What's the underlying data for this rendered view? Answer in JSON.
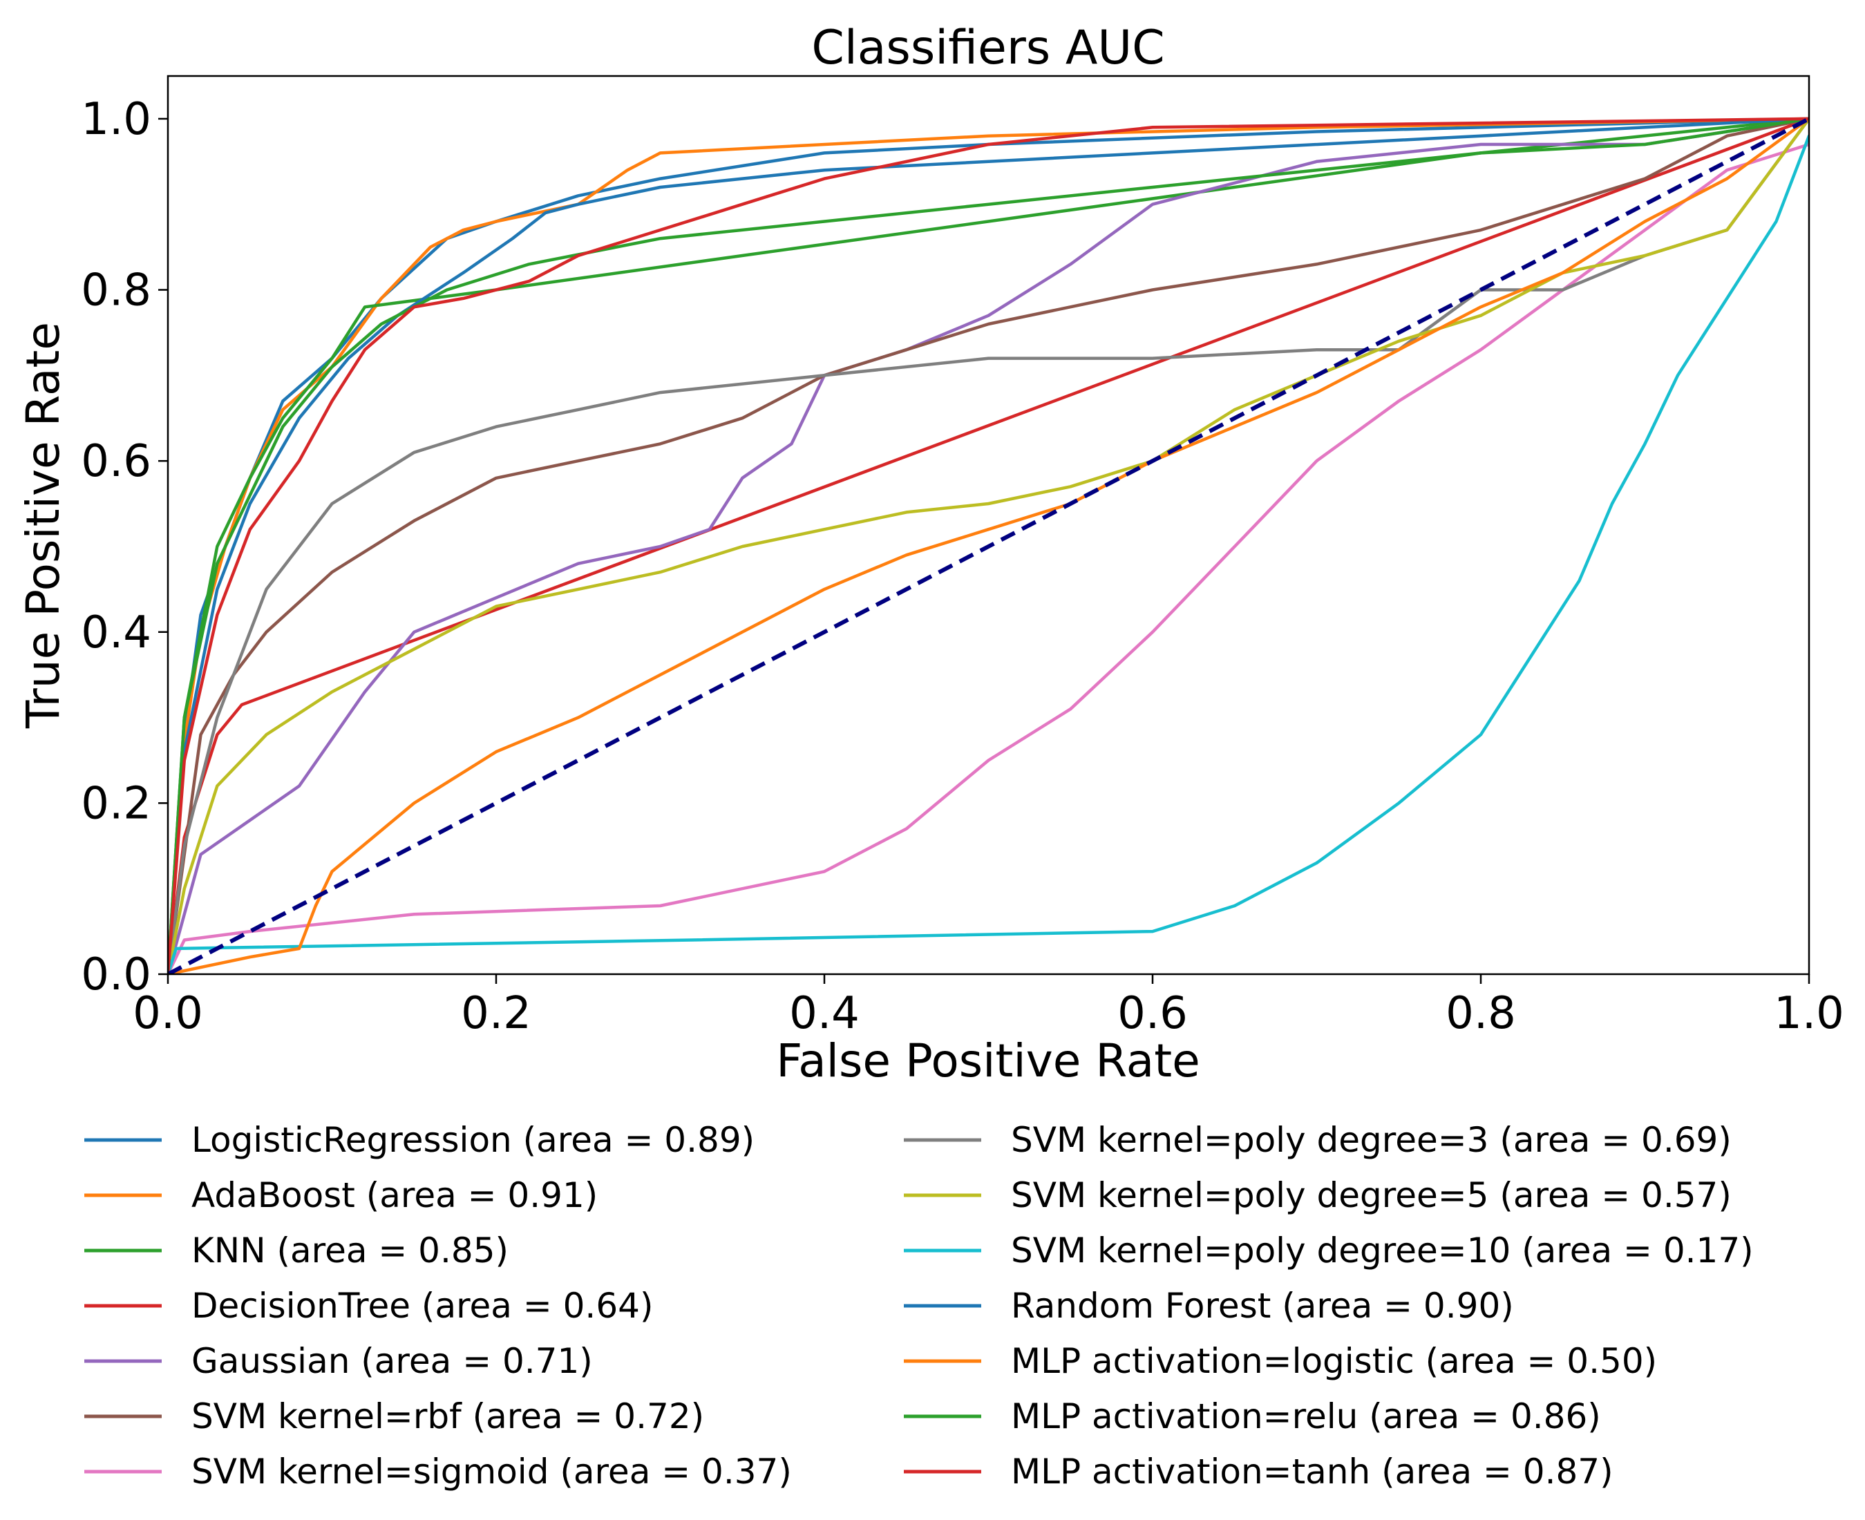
{
  "chart_data": {
    "type": "line",
    "title": "Classifiers AUC",
    "xlabel": "False Positive Rate",
    "ylabel": "True Positive Rate",
    "xlim": [
      0.0,
      1.0
    ],
    "ylim": [
      0.0,
      1.05
    ],
    "xticks": [
      "0.0",
      "0.2",
      "0.4",
      "0.6",
      "0.8",
      "1.0"
    ],
    "yticks": [
      "0.0",
      "0.2",
      "0.4",
      "0.6",
      "0.8",
      "1.0"
    ],
    "grid": false,
    "legend_placement": "below",
    "series": [
      {
        "name": "LogisticRegression (area = 0.89)",
        "color": "#1f77b4",
        "x": [
          0,
          0.01,
          0.02,
          0.035,
          0.05,
          0.07,
          0.1,
          0.13,
          0.17,
          0.2,
          0.25,
          0.3,
          0.4,
          0.5,
          0.7,
          1.0
        ],
        "y": [
          0,
          0.28,
          0.42,
          0.5,
          0.58,
          0.67,
          0.72,
          0.79,
          0.86,
          0.88,
          0.91,
          0.93,
          0.96,
          0.97,
          0.985,
          1.0
        ]
      },
      {
        "name": "AdaBoost (area = 0.91)",
        "color": "#ff7f0e",
        "x": [
          0,
          0.01,
          0.02,
          0.035,
          0.05,
          0.07,
          0.1,
          0.13,
          0.16,
          0.18,
          0.2,
          0.25,
          0.28,
          0.3,
          0.5,
          0.7,
          1.0
        ],
        "y": [
          0,
          0.27,
          0.4,
          0.5,
          0.58,
          0.66,
          0.71,
          0.79,
          0.85,
          0.87,
          0.88,
          0.9,
          0.94,
          0.96,
          0.98,
          0.99,
          1.0
        ]
      },
      {
        "name": "KNN (area = 0.85)",
        "color": "#2ca02c",
        "x": [
          0,
          0.01,
          0.03,
          0.05,
          0.07,
          0.1,
          0.12,
          0.2,
          0.8,
          1.0
        ],
        "y": [
          0,
          0.3,
          0.5,
          0.58,
          0.65,
          0.72,
          0.78,
          0.8,
          0.96,
          1.0
        ]
      },
      {
        "name": "DecisionTree (area = 0.64)",
        "color": "#d62728",
        "x": [
          0,
          0.01,
          0.03,
          0.045,
          1.0
        ],
        "y": [
          0,
          0.16,
          0.28,
          0.315,
          1.0
        ]
      },
      {
        "name": "Gaussian (area = 0.71)",
        "color": "#9467bd",
        "x": [
          0,
          0.02,
          0.05,
          0.08,
          0.12,
          0.15,
          0.2,
          0.25,
          0.3,
          0.33,
          0.35,
          0.38,
          0.4,
          0.45,
          0.5,
          0.55,
          0.6,
          0.7,
          0.8,
          0.9,
          1.0
        ],
        "y": [
          0,
          0.14,
          0.18,
          0.22,
          0.33,
          0.4,
          0.44,
          0.48,
          0.5,
          0.52,
          0.58,
          0.62,
          0.7,
          0.73,
          0.77,
          0.83,
          0.9,
          0.95,
          0.97,
          0.97,
          1.0
        ]
      },
      {
        "name": "SVM kernel=rbf  (area = 0.72)",
        "color": "#8c564b",
        "x": [
          0,
          0.02,
          0.04,
          0.06,
          0.1,
          0.15,
          0.2,
          0.25,
          0.3,
          0.35,
          0.4,
          0.45,
          0.5,
          0.6,
          0.7,
          0.8,
          0.9,
          0.95,
          1.0
        ],
        "y": [
          0,
          0.28,
          0.35,
          0.4,
          0.47,
          0.53,
          0.58,
          0.6,
          0.62,
          0.65,
          0.7,
          0.73,
          0.76,
          0.8,
          0.83,
          0.87,
          0.93,
          0.98,
          1.0
        ]
      },
      {
        "name": "SVM kernel=sigmoid  (area = 0.37)",
        "color": "#e377c2",
        "x": [
          0,
          0.01,
          0.05,
          0.15,
          0.3,
          0.4,
          0.45,
          0.5,
          0.55,
          0.6,
          0.65,
          0.7,
          0.75,
          0.8,
          0.85,
          0.9,
          0.95,
          1.0
        ],
        "y": [
          0,
          0.04,
          0.05,
          0.07,
          0.08,
          0.12,
          0.17,
          0.25,
          0.31,
          0.4,
          0.5,
          0.6,
          0.67,
          0.73,
          0.8,
          0.87,
          0.94,
          0.97
        ]
      },
      {
        "name": "SVM kernel=poly degree=3 (area = 0.69)",
        "color": "#7f7f7f",
        "x": [
          0,
          0.01,
          0.03,
          0.06,
          0.1,
          0.15,
          0.2,
          0.25,
          0.3,
          0.4,
          0.5,
          0.6,
          0.7,
          0.75,
          0.8,
          0.85,
          0.9,
          0.95,
          1.0
        ],
        "y": [
          0,
          0.15,
          0.3,
          0.45,
          0.55,
          0.61,
          0.64,
          0.66,
          0.68,
          0.7,
          0.72,
          0.72,
          0.73,
          0.73,
          0.8,
          0.8,
          0.84,
          0.87,
          1.0
        ]
      },
      {
        "name": "SVM kernel=poly degree=5 (area = 0.57)",
        "color": "#bcbd22",
        "x": [
          0,
          0.01,
          0.03,
          0.06,
          0.1,
          0.15,
          0.2,
          0.25,
          0.3,
          0.35,
          0.4,
          0.45,
          0.5,
          0.55,
          0.6,
          0.65,
          0.7,
          0.75,
          0.8,
          0.85,
          0.9,
          0.95,
          1.0
        ],
        "y": [
          0,
          0.1,
          0.22,
          0.28,
          0.33,
          0.38,
          0.43,
          0.45,
          0.47,
          0.5,
          0.52,
          0.54,
          0.55,
          0.57,
          0.6,
          0.66,
          0.7,
          0.74,
          0.77,
          0.82,
          0.84,
          0.87,
          1.0
        ]
      },
      {
        "name": "SVM kernel=poly degree=10 (area = 0.17)",
        "color": "#17becf",
        "x": [
          0,
          0.005,
          0.32,
          0.6,
          0.65,
          0.7,
          0.75,
          0.8,
          0.83,
          0.86,
          0.88,
          0.9,
          0.92,
          0.94,
          0.96,
          0.98,
          1.0
        ],
        "y": [
          0,
          0.03,
          0.04,
          0.05,
          0.08,
          0.13,
          0.2,
          0.28,
          0.37,
          0.46,
          0.55,
          0.62,
          0.7,
          0.76,
          0.82,
          0.88,
          0.98
        ]
      },
      {
        "name": "Random Forest (area = 0.90)",
        "color": "#1f77b4",
        "x": [
          0,
          0.01,
          0.03,
          0.05,
          0.08,
          0.11,
          0.14,
          0.18,
          0.21,
          0.23,
          0.25,
          0.3,
          0.4,
          0.6,
          0.8,
          1.0
        ],
        "y": [
          0,
          0.26,
          0.45,
          0.55,
          0.65,
          0.72,
          0.77,
          0.82,
          0.86,
          0.89,
          0.9,
          0.92,
          0.94,
          0.96,
          0.98,
          1.0
        ]
      },
      {
        "name": "MLP activation=logistic (area = 0.50)",
        "color": "#ff7f0e",
        "x": [
          0,
          0.05,
          0.08,
          0.09,
          0.1,
          0.15,
          0.2,
          0.25,
          0.3,
          0.35,
          0.4,
          0.45,
          0.5,
          0.55,
          0.6,
          0.65,
          0.7,
          0.75,
          0.8,
          0.85,
          0.9,
          0.95,
          1.0
        ],
        "y": [
          0,
          0.02,
          0.03,
          0.08,
          0.12,
          0.2,
          0.26,
          0.3,
          0.35,
          0.4,
          0.45,
          0.49,
          0.52,
          0.55,
          0.6,
          0.64,
          0.68,
          0.73,
          0.78,
          0.82,
          0.88,
          0.93,
          1.0
        ]
      },
      {
        "name": "MLP activation=relu (area = 0.86)",
        "color": "#2ca02c",
        "x": [
          0,
          0.01,
          0.03,
          0.05,
          0.07,
          0.1,
          0.13,
          0.17,
          0.22,
          0.3,
          0.4,
          0.5,
          0.6,
          0.7,
          0.8,
          0.9,
          1.0
        ],
        "y": [
          0,
          0.3,
          0.48,
          0.56,
          0.64,
          0.71,
          0.76,
          0.8,
          0.83,
          0.86,
          0.88,
          0.9,
          0.92,
          0.94,
          0.96,
          0.97,
          1.0
        ]
      },
      {
        "name": "MLP activation=tanh (area = 0.87)",
        "color": "#d62728",
        "x": [
          0,
          0.01,
          0.03,
          0.05,
          0.08,
          0.1,
          0.12,
          0.15,
          0.18,
          0.22,
          0.25,
          0.3,
          0.35,
          0.4,
          0.5,
          0.6,
          0.8,
          1.0
        ],
        "y": [
          0,
          0.25,
          0.42,
          0.52,
          0.6,
          0.67,
          0.73,
          0.78,
          0.79,
          0.81,
          0.84,
          0.87,
          0.9,
          0.93,
          0.97,
          0.99,
          0.995,
          1.0
        ]
      }
    ],
    "reference_line": {
      "x": [
        0,
        1
      ],
      "y": [
        0,
        1
      ],
      "color": "#000080",
      "style": "dashed"
    }
  }
}
